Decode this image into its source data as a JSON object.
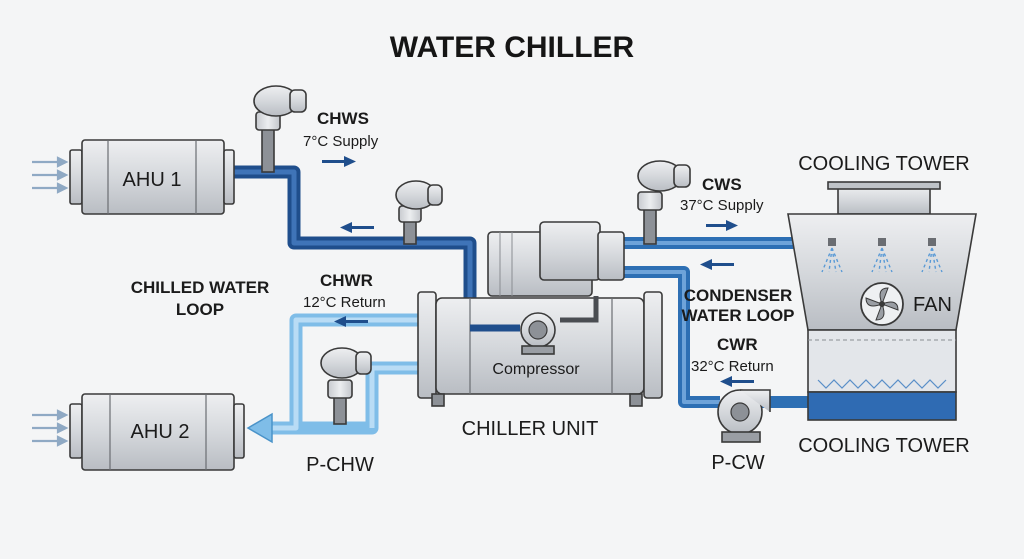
{
  "title": "WATER CHILLER",
  "units": {
    "ahu1": "AHU 1",
    "ahu2": "AHU 2",
    "chiller_unit": "CHILLER UNIT",
    "compressor": "Compressor",
    "cooling_tower_top": "COOLING TOWER",
    "cooling_tower_bottom": "COOLING TOWER",
    "fan": "FAN"
  },
  "loops": {
    "chilled_water": [
      "CHILLED WATER",
      "LOOP"
    ],
    "condenser_water": [
      "CONDENSER",
      "WATER LOOP"
    ]
  },
  "streams": {
    "chws": {
      "name": "CHWS",
      "detail": "7°C Supply"
    },
    "chwr": {
      "name": "CHWR",
      "detail": "12°C Return"
    },
    "cws": {
      "name": "CWS",
      "detail": "37°C Supply"
    },
    "cwr": {
      "name": "CWR",
      "detail": "32°C Return"
    }
  },
  "pumps": {
    "chilled": "P-CHW",
    "condenser": "P-CW"
  },
  "colors": {
    "supply_pipe": "#1f4e8c",
    "return_pipe": "#8cc4ec",
    "condenser_pipe": "#2d6fb4",
    "equipment": "#d9dbde",
    "tower_basin": "#2f6bb3"
  }
}
